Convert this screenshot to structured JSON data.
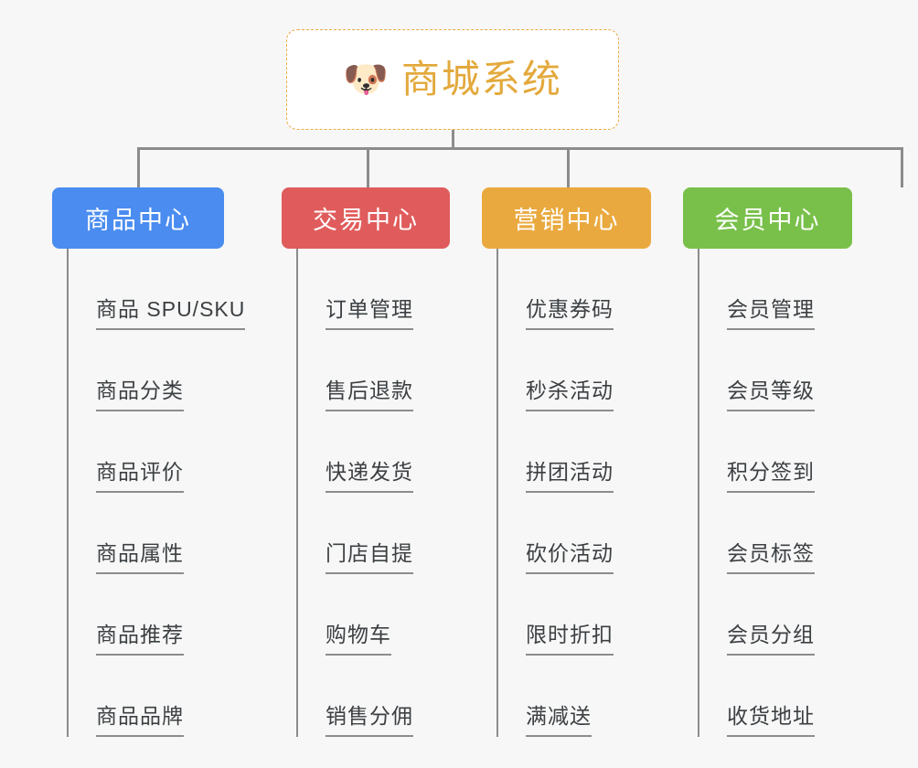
{
  "root": {
    "icon": "dog-face-emoji",
    "icon_glyph": "🐶",
    "title": "商城系统"
  },
  "colors": {
    "background": "#f7f7f7",
    "root_border": "#eaa93f",
    "root_title": "#e3a93c",
    "connector": "#8c8c8c",
    "leaf_text": "#3c4043",
    "leaf_underline": "#8c8c8c",
    "category_blue": "#4a8cf0",
    "category_red": "#e05c5c",
    "category_orange": "#eaa93f",
    "category_green": "#79c04a"
  },
  "categories": [
    {
      "label": "商品中心",
      "color": "#4a8cf0",
      "items": [
        {
          "label": "商品 SPU/SKU"
        },
        {
          "label": "商品分类"
        },
        {
          "label": "商品评价"
        },
        {
          "label": "商品属性"
        },
        {
          "label": "商品推荐"
        },
        {
          "label": "商品品牌"
        }
      ]
    },
    {
      "label": "交易中心",
      "color": "#e05c5c",
      "items": [
        {
          "label": "订单管理"
        },
        {
          "label": "售后退款"
        },
        {
          "label": "快递发货"
        },
        {
          "label": "门店自提"
        },
        {
          "label": "购物车"
        },
        {
          "label": "销售分佣"
        }
      ]
    },
    {
      "label": "营销中心",
      "color": "#eaa93f",
      "items": [
        {
          "label": "优惠券码"
        },
        {
          "label": "秒杀活动"
        },
        {
          "label": "拼团活动"
        },
        {
          "label": "砍价活动"
        },
        {
          "label": "限时折扣"
        },
        {
          "label": "满减送"
        }
      ]
    },
    {
      "label": "会员中心",
      "color": "#79c04a",
      "items": [
        {
          "label": "会员管理"
        },
        {
          "label": "会员等级"
        },
        {
          "label": "积分签到"
        },
        {
          "label": "会员标签"
        },
        {
          "label": "会员分组"
        },
        {
          "label": "收货地址"
        }
      ]
    }
  ]
}
